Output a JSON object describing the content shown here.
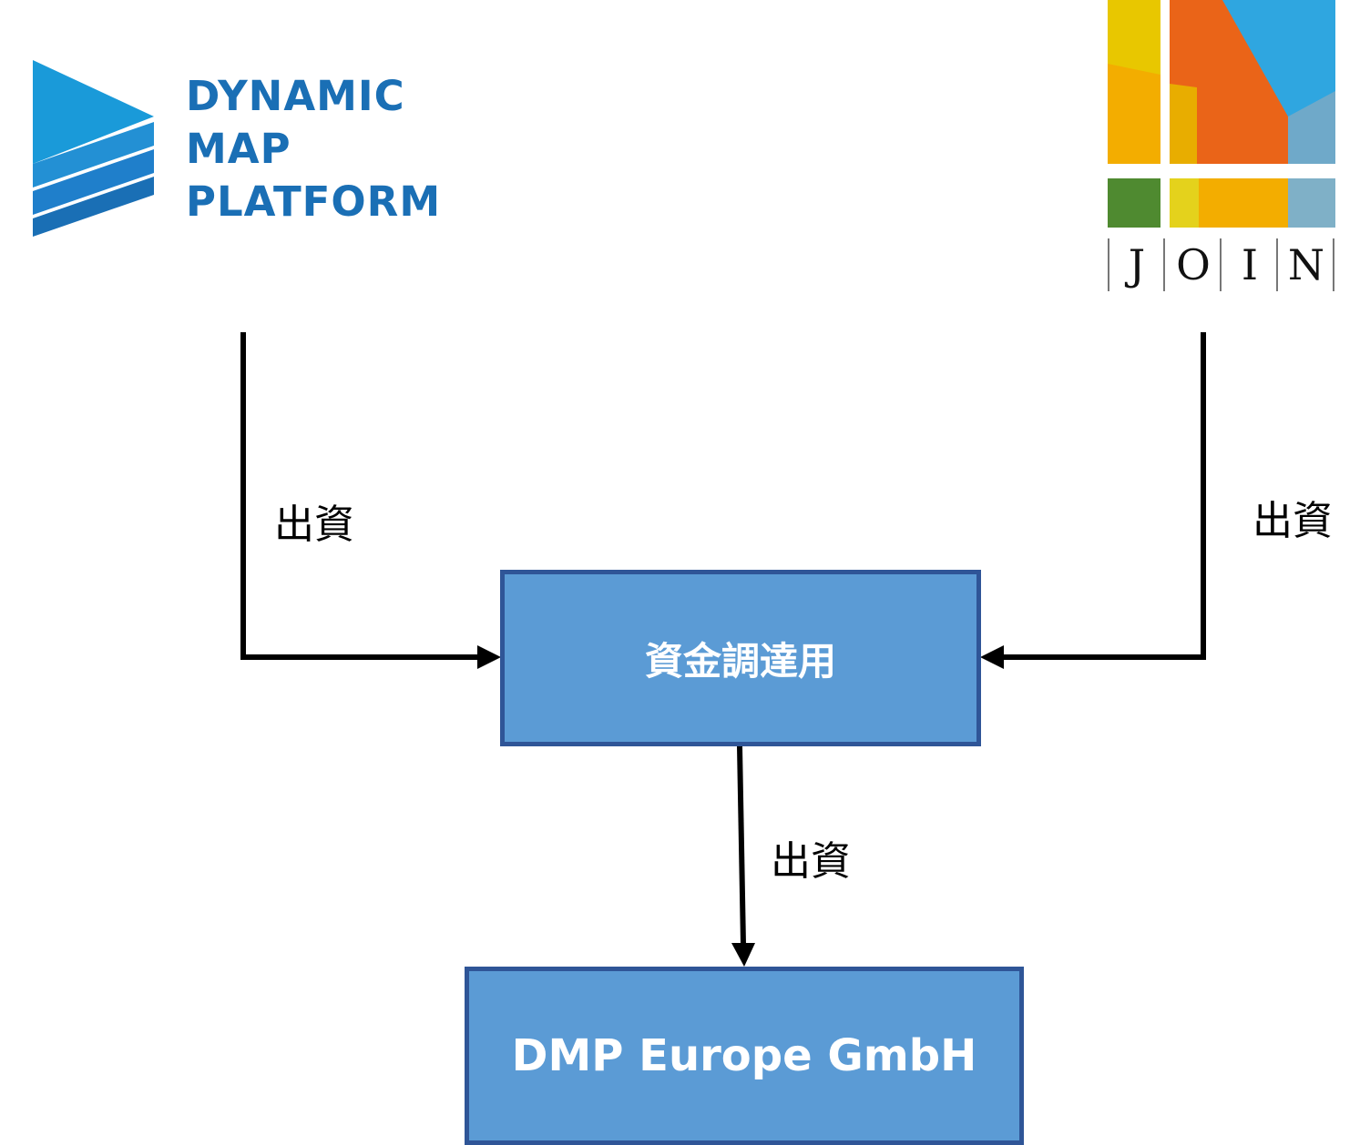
{
  "logos": {
    "dmp": {
      "lines": [
        "DYNAMIC",
        "MAP",
        "PLATFORM"
      ],
      "color": "#1a6fb5",
      "mark_color": "#1e9be0"
    },
    "join": {
      "letters": [
        "J",
        "O",
        "I",
        "N"
      ]
    }
  },
  "edges": {
    "left_label": "出資",
    "right_label": "出資",
    "bottom_label": "出資"
  },
  "nodes": {
    "funding_vehicle": "資金調達用",
    "target": "DMP Europe GmbH"
  },
  "colors": {
    "box_fill": "#5b9bd5",
    "box_border": "#2f5597",
    "arrow": "#000000"
  }
}
